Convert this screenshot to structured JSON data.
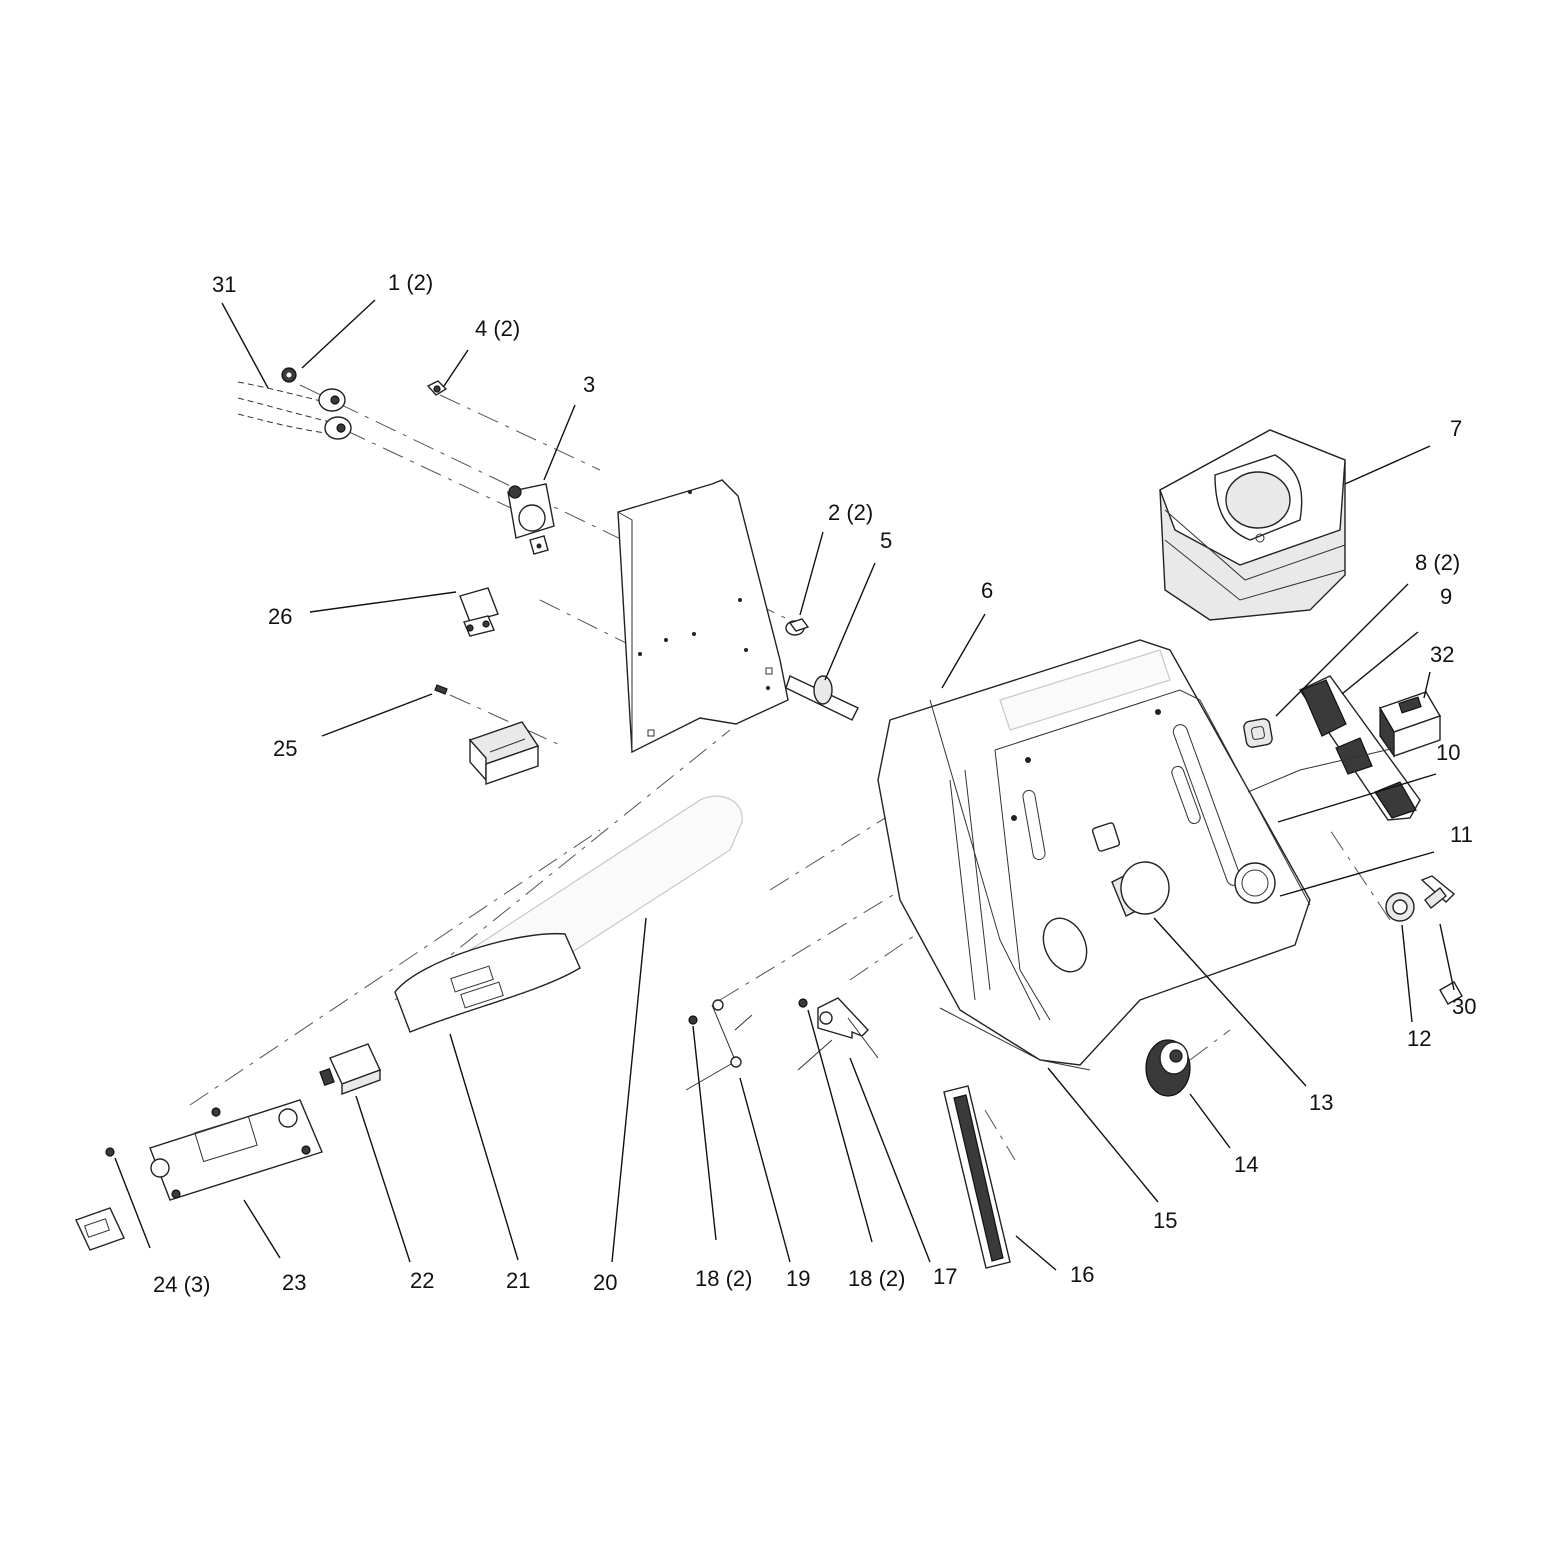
{
  "callouts": {
    "c1": "1 (2)",
    "c2": "2 (2)",
    "c3": "3",
    "c4": "4 (2)",
    "c5": "5",
    "c6": "6",
    "c7": "7",
    "c8": "8 (2)",
    "c9": "9",
    "c10": "10",
    "c11": "11",
    "c12": "12",
    "c13": "13",
    "c14": "14",
    "c15": "15",
    "c16": "16",
    "c17": "17",
    "c18a": "18 (2)",
    "c18b": "18 (2)",
    "c19": "19",
    "c20": "20",
    "c21": "21",
    "c22": "22",
    "c23": "23",
    "c24": "24 (3)",
    "c25": "25",
    "c26": "26",
    "c30": "30",
    "c31": "31",
    "c32": "32"
  }
}
